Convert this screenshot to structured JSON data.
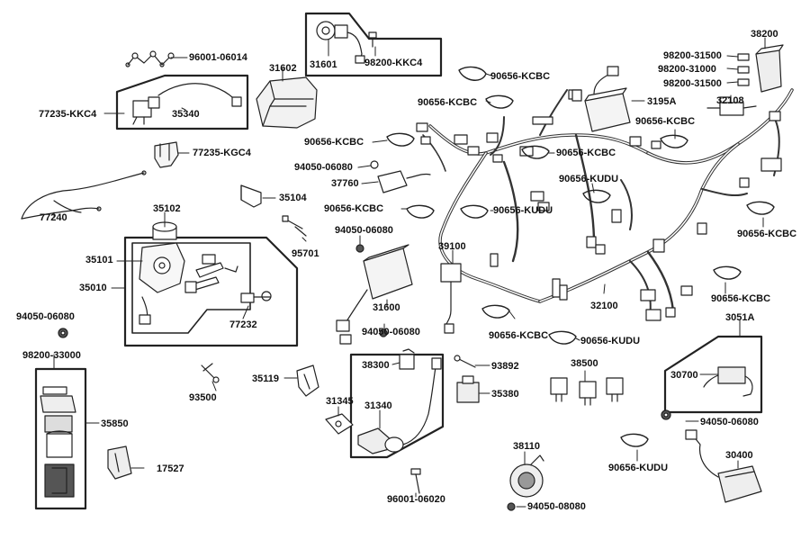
{
  "labels": {
    "p96001_06014": "96001-06014",
    "p31602": "31602",
    "p31601": "31601",
    "p98200_kkc4": "98200-KKC4",
    "p38200": "38200",
    "p77235_kkc4": "77235-KKC4",
    "p35340": "35340",
    "p90656_kcbc_a": "90656-KCBC",
    "p90656_kcbc_b": "90656-KCBC",
    "p3195a": "3195A",
    "p98200_31500_a": "98200-31500",
    "p98200_31000": "98200-31000",
    "p98200_31500_b": "98200-31500",
    "p32108": "32108",
    "p90656_kcbc_c": "90656-KCBC",
    "p90656_kcbc_d": "90656-KCBC",
    "p77235_kgc4": "77235-KGC4",
    "p90656_kcbc_e": "90656-KCBC",
    "p94050_06080_a": "94050-06080",
    "p37760": "37760",
    "p90656_kudu_a": "90656-KUDU",
    "p35104": "35104",
    "p77240": "77240",
    "p35102": "35102",
    "p90656_kcbc_f": "90656-KCBC",
    "p90656_kudu_b": "90656-KUDU",
    "p90656_kcbc_g": "90656-KCBC",
    "p94050_06080_b": "94050-06080",
    "p95701": "95701",
    "p35101": "35101",
    "p39100": "39100",
    "p35010": "35010",
    "p31600": "31600",
    "p32100": "32100",
    "p90656_kcbc_h": "90656-KCBC",
    "p94050_06080_c": "94050-06080",
    "p77232": "77232",
    "p90656_kcbc_i": "90656-KCBC",
    "p3051a": "3051A",
    "p94050_06080_d": "94050-06080",
    "p90656_kudu_c": "90656-KUDU",
    "p98200_33000": "98200-33000",
    "p38300": "38300",
    "p93892": "93892",
    "p38500": "38500",
    "p30700": "30700",
    "p35119": "35119",
    "p35380": "35380",
    "p93500": "93500",
    "p31345": "31345",
    "p31340": "31340",
    "p94050_06080_e": "94050-06080",
    "p35850": "35850",
    "p38110": "38110",
    "p90656_kudu_d": "90656-KUDU",
    "p30400": "30400",
    "p17527": "17527",
    "p96001_06020": "96001-06020",
    "p94050_08080": "94050-08080"
  }
}
